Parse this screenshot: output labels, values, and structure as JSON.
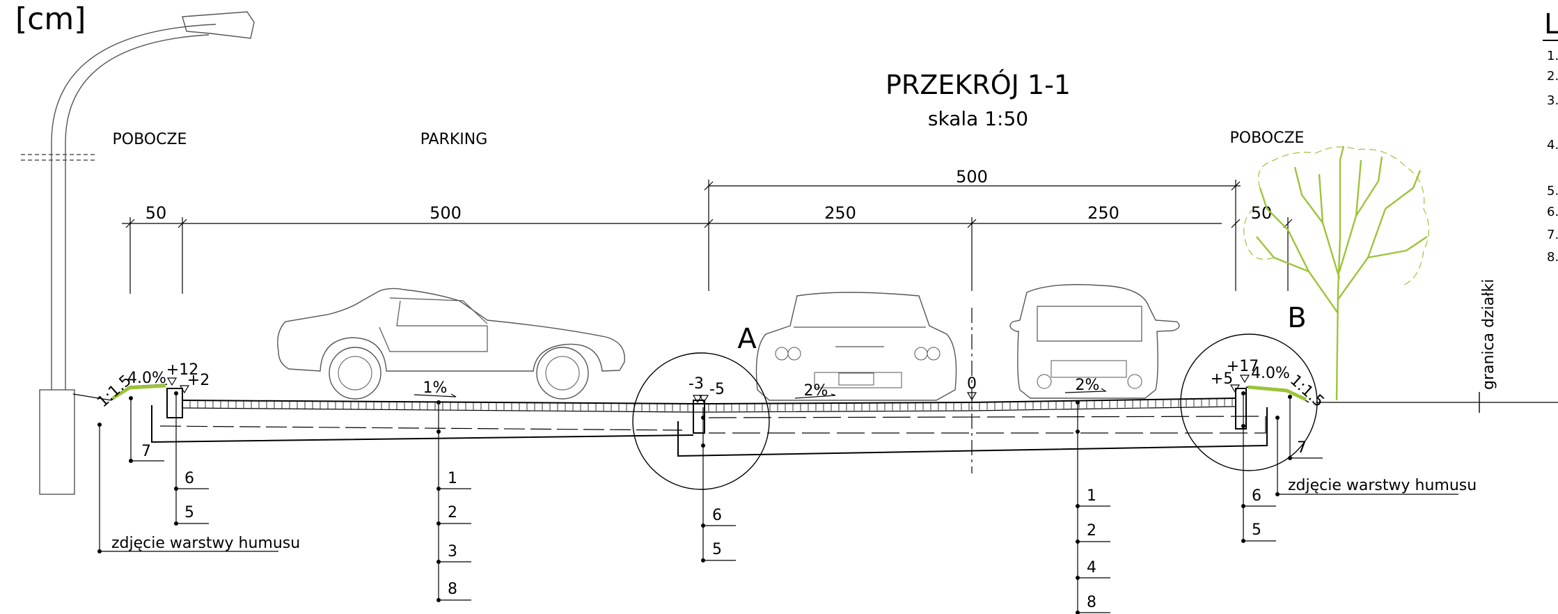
{
  "unit": "[cm]",
  "title": "PRZEKRÓJ 1-1",
  "scale": "skala 1:50",
  "zones": {
    "left": "POBOCZE",
    "middle": "PARKING",
    "right": "POBOCZE"
  },
  "dims": {
    "d50a": "50",
    "d500a": "500",
    "d500top": "500",
    "d250a": "250",
    "d250b": "250",
    "d50b": "50"
  },
  "details": {
    "a": "A",
    "b": "B"
  },
  "slopes": {
    "left_bank": "1:1.5",
    "left_shoulder": "4.0%",
    "parking": "1%",
    "lane_left": "2%",
    "lane_right": "2%",
    "right_shoulder": "4.0%",
    "right_bank": "1:1.5"
  },
  "elevations": {
    "l_top": "+12",
    "l_low": "+2",
    "m_a": "-3",
    "m_b": "-5",
    "center": "0",
    "r_top": "+17",
    "r_low": "+5"
  },
  "layer_labels": {
    "left_bank": [
      "7"
    ],
    "left_curb": [
      "6",
      "5"
    ],
    "parking": [
      "1",
      "2",
      "3",
      "8"
    ],
    "mid_curb": [
      "6",
      "5"
    ],
    "road": [
      "1",
      "2",
      "4",
      "8"
    ],
    "right_curb": [
      "6",
      "5"
    ],
    "right_bank": [
      "7"
    ]
  },
  "topsoil": {
    "left": "zdjęcie warstwy humusu",
    "right": "zdjęcie warstwy humusu"
  },
  "boundary": "granica działki",
  "legend": {
    "heading": "L",
    "numbers": [
      "1.",
      "2.",
      "3.",
      "4.",
      "5.",
      "6.",
      "7.",
      "8."
    ]
  },
  "colors": {
    "vegetation": "#9cc43a",
    "line": "#000000",
    "drawing": "#555555"
  }
}
